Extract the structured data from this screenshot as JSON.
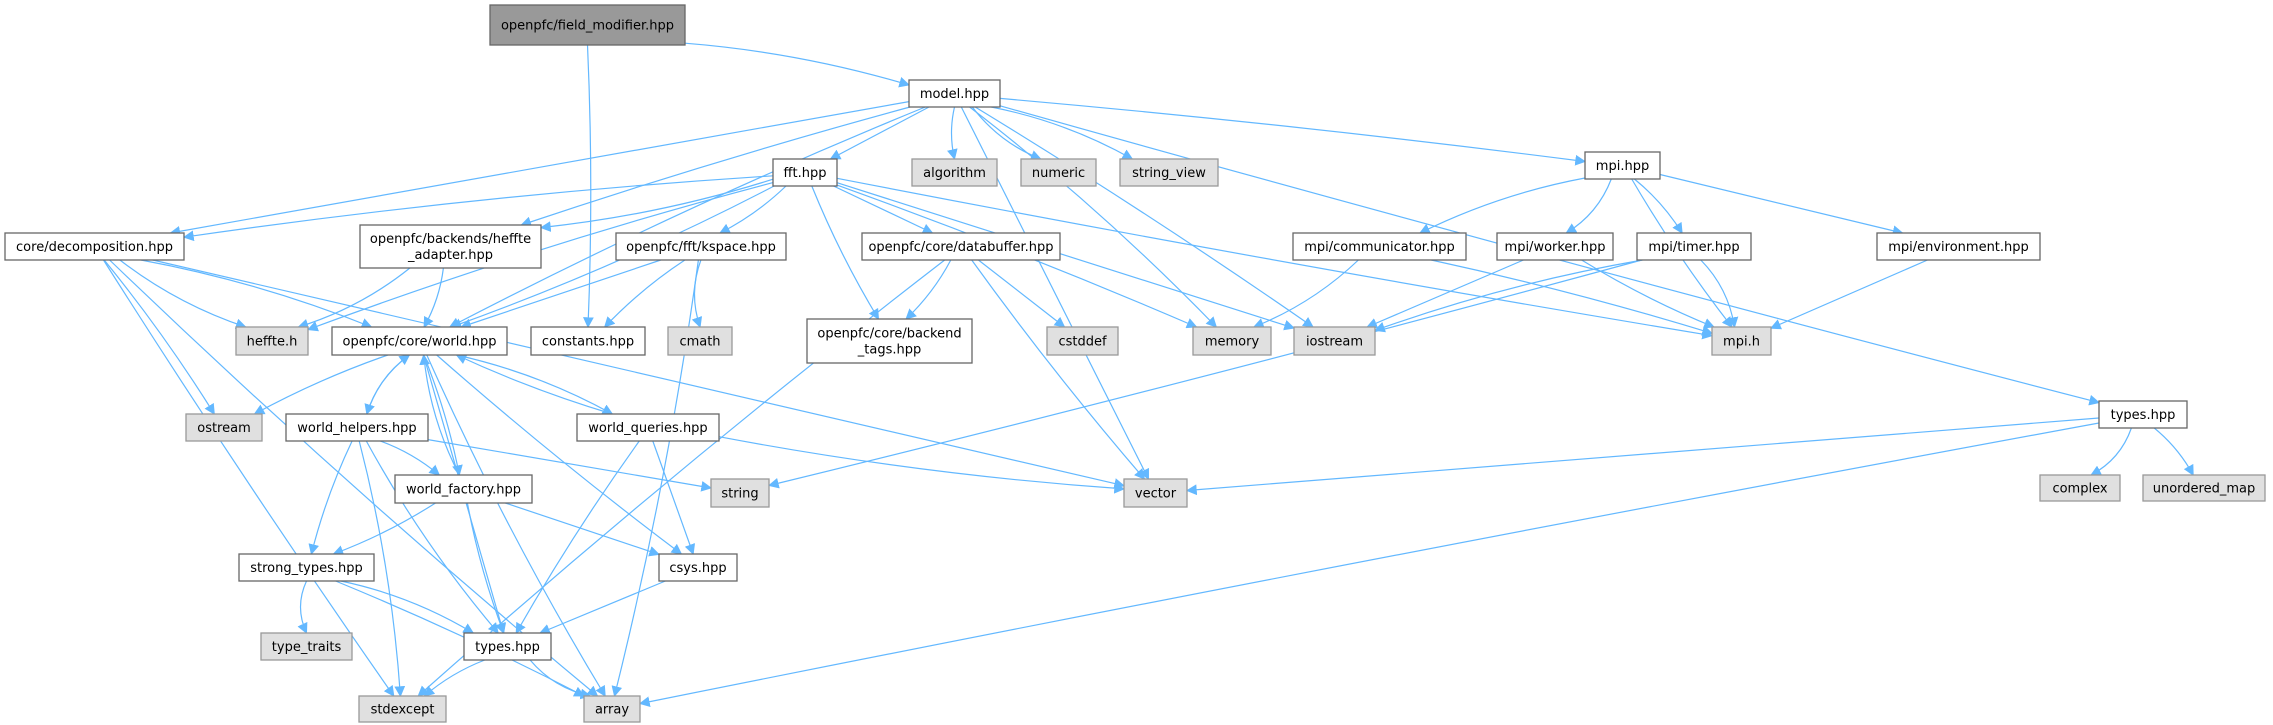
{
  "title": "openpfc/field_modifier.hpp include dependency graph",
  "colors": {
    "edge": "#63b8ff",
    "root_fill": "#999999",
    "local_fill": "#ffffff",
    "system_fill": "#e0e0e0"
  },
  "nodes": [
    {
      "id": "field_modifier",
      "lines": [
        "openpfc/field_modifier.hpp"
      ],
      "kind": "root"
    },
    {
      "id": "model",
      "lines": [
        "model.hpp"
      ],
      "kind": "local"
    },
    {
      "id": "fft",
      "lines": [
        "fft.hpp"
      ],
      "kind": "local"
    },
    {
      "id": "algorithm",
      "lines": [
        "algorithm"
      ],
      "kind": "system"
    },
    {
      "id": "numeric",
      "lines": [
        "numeric"
      ],
      "kind": "system"
    },
    {
      "id": "string_view",
      "lines": [
        "string_view"
      ],
      "kind": "system"
    },
    {
      "id": "mpi_hpp",
      "lines": [
        "mpi.hpp"
      ],
      "kind": "local"
    },
    {
      "id": "decomposition",
      "lines": [
        "core/decomposition.hpp"
      ],
      "kind": "local"
    },
    {
      "id": "heffte_adapter",
      "lines": [
        "openpfc/backends/heffte",
        "_adapter.hpp"
      ],
      "kind": "local"
    },
    {
      "id": "kspace",
      "lines": [
        "openpfc/fft/kspace.hpp"
      ],
      "kind": "local"
    },
    {
      "id": "databuffer",
      "lines": [
        "openpfc/core/databuffer.hpp"
      ],
      "kind": "local"
    },
    {
      "id": "communicator",
      "lines": [
        "mpi/communicator.hpp"
      ],
      "kind": "local"
    },
    {
      "id": "worker",
      "lines": [
        "mpi/worker.hpp"
      ],
      "kind": "local"
    },
    {
      "id": "timer",
      "lines": [
        "mpi/timer.hpp"
      ],
      "kind": "local"
    },
    {
      "id": "environment",
      "lines": [
        "mpi/environment.hpp"
      ],
      "kind": "local"
    },
    {
      "id": "heffte_h",
      "lines": [
        "heffte.h"
      ],
      "kind": "system"
    },
    {
      "id": "world",
      "lines": [
        "openpfc/core/world.hpp"
      ],
      "kind": "local"
    },
    {
      "id": "constants",
      "lines": [
        "constants.hpp"
      ],
      "kind": "local"
    },
    {
      "id": "cmath",
      "lines": [
        "cmath"
      ],
      "kind": "system"
    },
    {
      "id": "backend_tags",
      "lines": [
        "openpfc/core/backend",
        "_tags.hpp"
      ],
      "kind": "local"
    },
    {
      "id": "cstddef",
      "lines": [
        "cstddef"
      ],
      "kind": "system"
    },
    {
      "id": "memory",
      "lines": [
        "memory"
      ],
      "kind": "system"
    },
    {
      "id": "iostream",
      "lines": [
        "iostream"
      ],
      "kind": "system"
    },
    {
      "id": "mpi_h",
      "lines": [
        "mpi.h"
      ],
      "kind": "system"
    },
    {
      "id": "ostream",
      "lines": [
        "ostream"
      ],
      "kind": "system"
    },
    {
      "id": "world_helpers",
      "lines": [
        "world_helpers.hpp"
      ],
      "kind": "local"
    },
    {
      "id": "world_queries",
      "lines": [
        "world_queries.hpp"
      ],
      "kind": "local"
    },
    {
      "id": "types_top",
      "lines": [
        "types.hpp"
      ],
      "kind": "local"
    },
    {
      "id": "string",
      "lines": [
        "string"
      ],
      "kind": "system"
    },
    {
      "id": "vector",
      "lines": [
        "vector"
      ],
      "kind": "system"
    },
    {
      "id": "complex",
      "lines": [
        "complex"
      ],
      "kind": "system"
    },
    {
      "id": "unordered_map",
      "lines": [
        "unordered_map"
      ],
      "kind": "system"
    },
    {
      "id": "world_factory",
      "lines": [
        "world_factory.hpp"
      ],
      "kind": "local"
    },
    {
      "id": "strong_types",
      "lines": [
        "strong_types.hpp"
      ],
      "kind": "local"
    },
    {
      "id": "csys",
      "lines": [
        "csys.hpp"
      ],
      "kind": "local"
    },
    {
      "id": "type_traits",
      "lines": [
        "type_traits"
      ],
      "kind": "system"
    },
    {
      "id": "types",
      "lines": [
        "types.hpp"
      ],
      "kind": "local"
    },
    {
      "id": "stdexcept",
      "lines": [
        "stdexcept"
      ],
      "kind": "system"
    },
    {
      "id": "array",
      "lines": [
        "array"
      ],
      "kind": "system"
    }
  ],
  "edges": [
    [
      "field_modifier",
      "model"
    ],
    [
      "field_modifier",
      "constants"
    ],
    [
      "model",
      "fft"
    ],
    [
      "model",
      "algorithm"
    ],
    [
      "model",
      "numeric"
    ],
    [
      "model",
      "string_view"
    ],
    [
      "model",
      "mpi_hpp"
    ],
    [
      "model",
      "decomposition"
    ],
    [
      "model",
      "heffte_adapter"
    ],
    [
      "model",
      "world"
    ],
    [
      "model",
      "memory"
    ],
    [
      "model",
      "iostream"
    ],
    [
      "model",
      "vector"
    ],
    [
      "model",
      "types_top"
    ],
    [
      "fft",
      "decomposition"
    ],
    [
      "fft",
      "heffte_adapter"
    ],
    [
      "fft",
      "kspace"
    ],
    [
      "fft",
      "databuffer"
    ],
    [
      "fft",
      "backend_tags"
    ],
    [
      "fft",
      "heffte_h"
    ],
    [
      "fft",
      "world"
    ],
    [
      "fft",
      "memory"
    ],
    [
      "fft",
      "iostream"
    ],
    [
      "fft",
      "mpi_h"
    ],
    [
      "mpi_hpp",
      "communicator"
    ],
    [
      "mpi_hpp",
      "worker"
    ],
    [
      "mpi_hpp",
      "timer"
    ],
    [
      "mpi_hpp",
      "environment"
    ],
    [
      "mpi_hpp",
      "mpi_h"
    ],
    [
      "decomposition",
      "heffte_h"
    ],
    [
      "decomposition",
      "world"
    ],
    [
      "decomposition",
      "ostream"
    ],
    [
      "decomposition",
      "vector"
    ],
    [
      "decomposition",
      "stdexcept"
    ],
    [
      "decomposition",
      "array"
    ],
    [
      "heffte_adapter",
      "heffte_h"
    ],
    [
      "heffte_adapter",
      "world"
    ],
    [
      "kspace",
      "world"
    ],
    [
      "kspace",
      "constants"
    ],
    [
      "kspace",
      "cmath"
    ],
    [
      "kspace",
      "array"
    ],
    [
      "databuffer",
      "backend_tags"
    ],
    [
      "databuffer",
      "cstddef"
    ],
    [
      "databuffer",
      "vector"
    ],
    [
      "databuffer",
      "stdexcept"
    ],
    [
      "communicator",
      "memory"
    ],
    [
      "communicator",
      "mpi_h"
    ],
    [
      "worker",
      "iostream"
    ],
    [
      "worker",
      "mpi_h"
    ],
    [
      "timer",
      "iostream"
    ],
    [
      "timer",
      "mpi_h"
    ],
    [
      "timer",
      "string"
    ],
    [
      "environment",
      "mpi_h"
    ],
    [
      "world",
      "ostream"
    ],
    [
      "world",
      "world_helpers"
    ],
    [
      "world",
      "world_queries"
    ],
    [
      "world",
      "world_factory"
    ],
    [
      "world",
      "types"
    ],
    [
      "world",
      "csys"
    ],
    [
      "world",
      "array"
    ],
    [
      "world_helpers",
      "world"
    ],
    [
      "world_helpers",
      "world_factory"
    ],
    [
      "world_helpers",
      "string"
    ],
    [
      "world_helpers",
      "strong_types"
    ],
    [
      "world_helpers",
      "types"
    ],
    [
      "world_helpers",
      "stdexcept"
    ],
    [
      "world_queries",
      "world"
    ],
    [
      "world_queries",
      "csys"
    ],
    [
      "world_queries",
      "types"
    ],
    [
      "world_queries",
      "vector"
    ],
    [
      "world_factory",
      "world"
    ],
    [
      "world_factory",
      "strong_types"
    ],
    [
      "world_factory",
      "csys"
    ],
    [
      "world_factory",
      "types"
    ],
    [
      "strong_types",
      "type_traits"
    ],
    [
      "strong_types",
      "types"
    ],
    [
      "strong_types",
      "array"
    ],
    [
      "csys",
      "types"
    ],
    [
      "types",
      "stdexcept"
    ],
    [
      "types",
      "array"
    ],
    [
      "types_top",
      "complex"
    ],
    [
      "types_top",
      "unordered_map"
    ],
    [
      "types_top",
      "vector"
    ],
    [
      "types_top",
      "array"
    ]
  ]
}
